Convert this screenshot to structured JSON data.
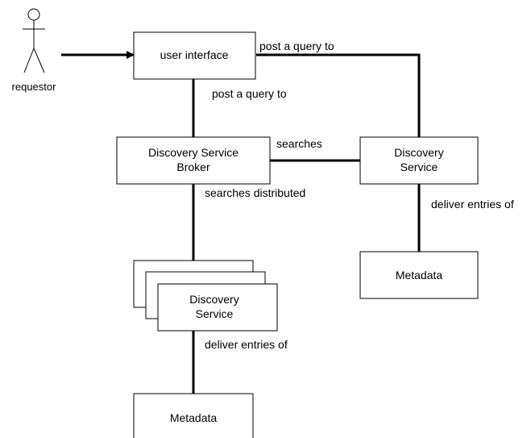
{
  "actor": {
    "label": "requestor"
  },
  "nodes": {
    "user_interface": {
      "label": "user interface"
    },
    "broker": {
      "line1": "Discovery Service",
      "line2": "Broker"
    },
    "discovery_service_right": {
      "line1": "Discovery",
      "line2": "Service"
    },
    "metadata_right": {
      "label": "Metadata"
    },
    "discovery_service_stack": {
      "line1": "Discovery",
      "line2": "Service"
    },
    "metadata_bottom": {
      "label": "Metadata"
    }
  },
  "edges": {
    "ui_to_service": "post a query to",
    "ui_to_broker": "post a query to",
    "broker_to_service": "searches",
    "broker_to_stack": "searches distributed",
    "service_to_metadata": "deliver entries of",
    "stack_to_metadata": "deliver entries of"
  }
}
